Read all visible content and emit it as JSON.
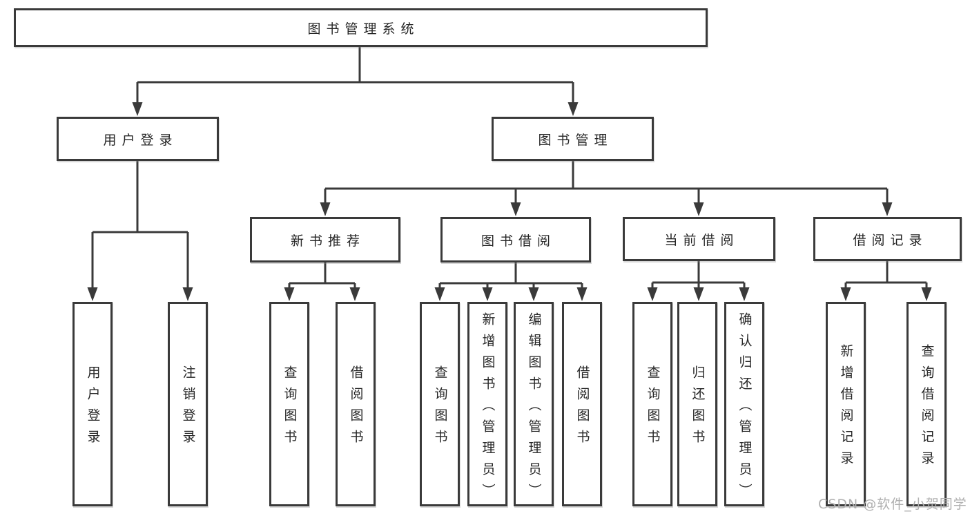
{
  "diagram": {
    "type": "hierarchy-tree",
    "colors": {
      "background": "#ffffff",
      "line": "#3a3a3a",
      "box_border": "#3a3a3a",
      "box_fill": "#ffffff",
      "text": "#262626",
      "watermark": "#b0b0b0"
    },
    "nodes": {
      "root": "图书管理系统",
      "user_login": "用户登录",
      "book_mgmt": "图书管理",
      "new_rec": "新书推荐",
      "book_borrow": "图书借阅",
      "current_borrow": "当前借阅",
      "borrow_records": "借阅记录",
      "ul_user_login": "用户登录",
      "ul_logout": "注销登录",
      "nr_query_books": "查询图书",
      "nr_borrow_books": "借阅图书",
      "bb_query_books": "查询图书",
      "bb_add_books": "新增图书（管理员）",
      "bb_edit_books": "编辑图书（管理员）",
      "bb_borrow_books": "借阅图书",
      "cb_query_books": "查询图书",
      "cb_return_books": "归还图书",
      "cb_confirm_return": "确认归还（管理员）",
      "br_add_record": "新增借阅记录",
      "br_query_record": "查询借阅记录"
    },
    "hierarchy": {
      "图书管理系统": {
        "用户登录": [
          "用户登录",
          "注销登录"
        ],
        "图书管理": {
          "新书推荐": [
            "查询图书",
            "借阅图书"
          ],
          "图书借阅": [
            "查询图书",
            "新增图书（管理员）",
            "编辑图书（管理员）",
            "借阅图书"
          ],
          "当前借阅": [
            "查询图书",
            "归还图书",
            "确认归还（管理员）"
          ],
          "借阅记录": [
            "新增借阅记录",
            "查询借阅记录"
          ]
        }
      }
    }
  },
  "watermark": "CSDN @软件_小贺同学"
}
